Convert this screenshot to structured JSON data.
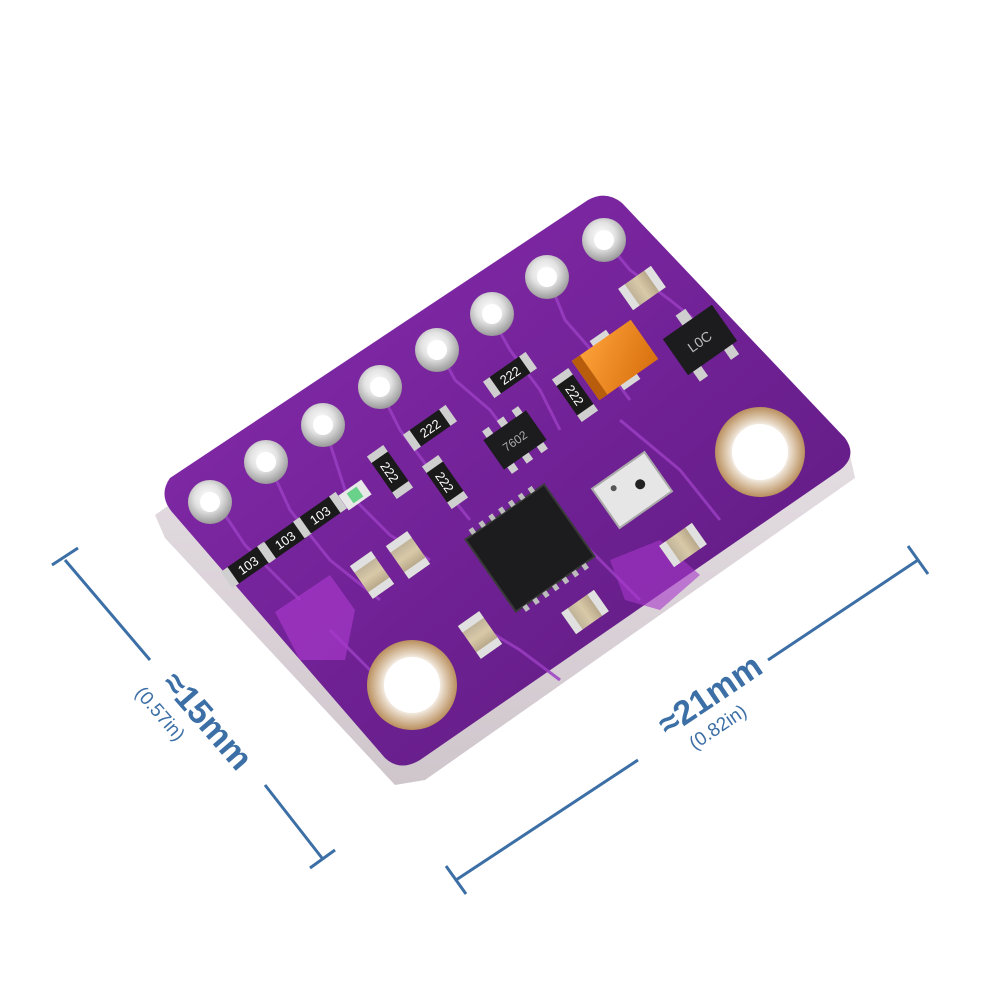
{
  "board": {
    "resistor_marks": [
      "103",
      "103",
      "103",
      "222",
      "222",
      "222",
      "222",
      "222"
    ],
    "regulator_mark": "L0C",
    "opamp_mark": "7602",
    "colors": {
      "pcb": "#6b1f8f",
      "pcb_highlight": "#8a2db0",
      "pcb_edge": "#e8e2e6",
      "trace": "#9a3ec2",
      "pad_gold": "#c9b99c",
      "silver": "#d9d9d9",
      "chip_black": "#1c1c1e",
      "tantalum_orange": "#f08a1f",
      "dimension_blue": "#3c6fa6"
    }
  },
  "dimensions": {
    "height": {
      "value": "≈15mm",
      "inches": "(0.57in)"
    },
    "width": {
      "value": "≈21mm",
      "inches": "(0.82in)"
    }
  }
}
